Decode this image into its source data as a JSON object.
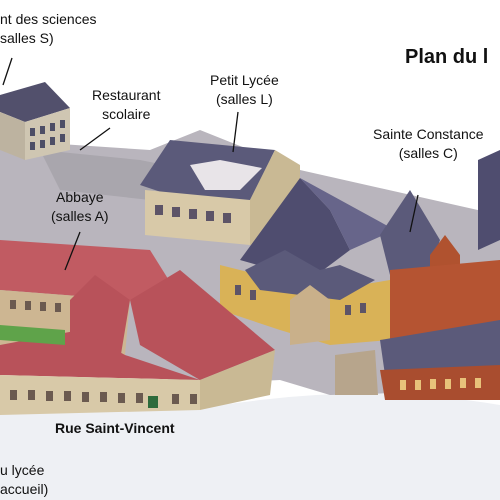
{
  "map": {
    "title": "Plan du l",
    "labels": {
      "sciences_line1": "nt des sciences",
      "sciences_line2": "salles S)",
      "restaurant_line1": "Restaurant",
      "restaurant_line2": "scolaire",
      "petit_lycee_line1": "Petit Lycée",
      "petit_lycee_line2": "(salles L)",
      "sainte_constance_line1": "Sainte Constance",
      "sainte_constance_line2": "(salles C)",
      "abbaye_line1": "Abbaye",
      "abbaye_line2": "(salles A)",
      "street": "Rue Saint-Vincent",
      "accueil_line1": "u lycée",
      "accueil_line2": "accueil)"
    },
    "colors": {
      "roof_red": "#b8525a",
      "roof_slate": "#5b5a7a",
      "wall_beige": "#d8c9a8",
      "wall_ochre": "#d9b257",
      "brick": "#b0522f",
      "pavement": "#9d9aa2",
      "courtyard_grass": "#5fa34a"
    }
  }
}
